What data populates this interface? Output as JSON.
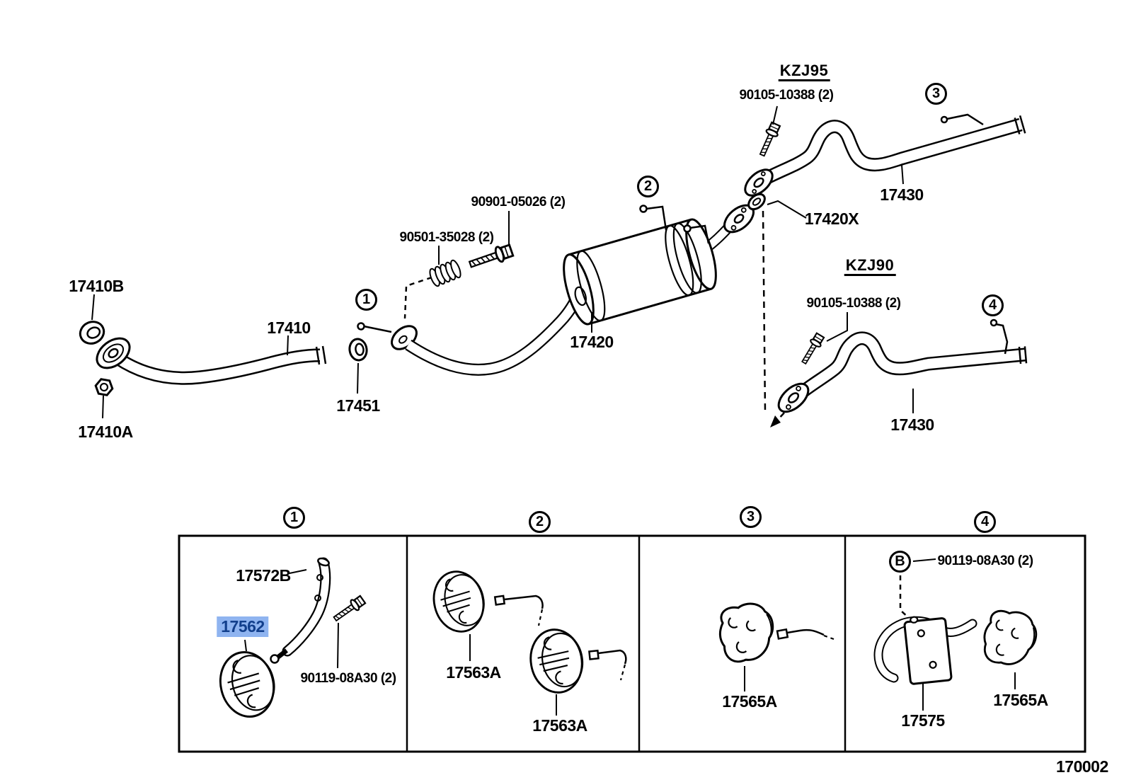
{
  "figure_code": "170002",
  "models": {
    "kzj95": "KZJ95",
    "kzj90": "KZJ90"
  },
  "callouts": {
    "c1": "1",
    "c2": "2",
    "c3": "3",
    "c4": "4",
    "b": "B"
  },
  "parts": {
    "front_pipe": "17410",
    "front_pipe_gasket_ring": "17410B",
    "front_pipe_nut": "17410A",
    "center_gasket": "17451",
    "muffler_assy": "17420",
    "tail_gasket": "17420X",
    "tailpipe_kzj95": "17430",
    "tailpipe_kzj90": "17430",
    "bolt_kzj95": "90105-10388 (2)",
    "bolt_kzj90": "90105-10388 (2)",
    "bolt_muffler": "90901-05026 (2)",
    "spring": "90501-35028 (2)",
    "hanger_bracket": "17572B",
    "hanger_no1": "17562",
    "bolt_hanger_no1": "90119-08A30 (2)",
    "hanger_no2_a": "17563A",
    "hanger_no2_b": "17563A",
    "hanger_no3": "17565A",
    "hanger_no4_bracket": "17575",
    "hanger_no4": "17565A",
    "bolt_hanger_no4": "90119-08A30 (2)"
  },
  "highlight": {
    "bg": "#8fb4f0",
    "fg": "#123f8c"
  }
}
